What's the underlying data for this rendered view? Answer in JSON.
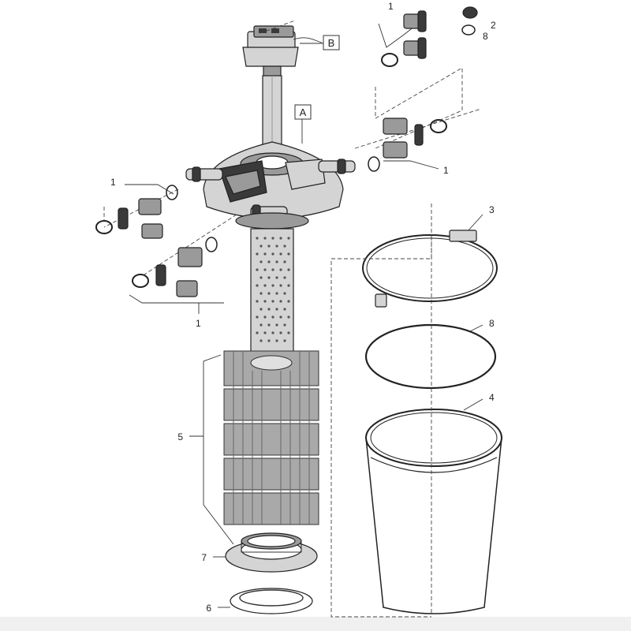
{
  "labels": {
    "l1_top": "1",
    "l2": "2",
    "l8_top": "8",
    "l1_right": "1",
    "l1_left": "1",
    "l1_bottom": "1",
    "l3": "3",
    "l8": "8",
    "l4": "4",
    "l5": "5",
    "l7": "7",
    "l6": "6"
  },
  "callouts": {
    "A": "A",
    "B": "B"
  }
}
